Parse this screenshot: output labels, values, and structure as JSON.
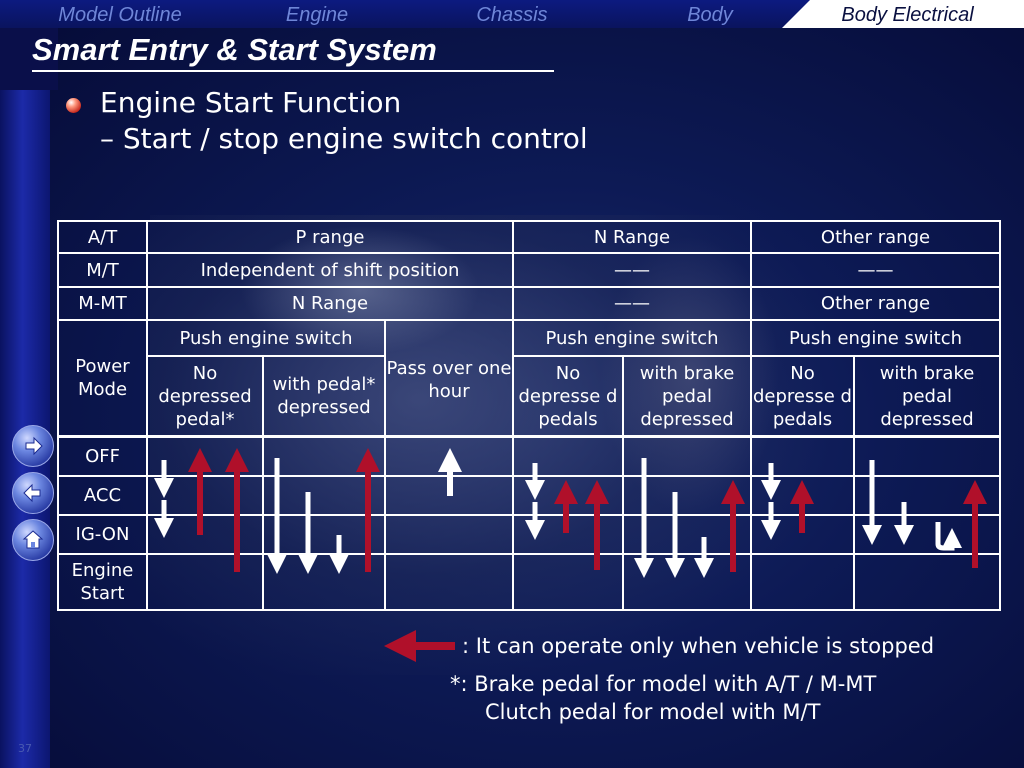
{
  "nav": {
    "tabs": [
      "Model Outline",
      "Engine",
      "Chassis",
      "Body",
      "Body Electrical"
    ],
    "active_index": 4
  },
  "title": "Smart Entry & Start System",
  "heading": {
    "line1": "Engine Start Function",
    "line2": "– Start / stop engine switch control"
  },
  "table": {
    "row_labels": {
      "at": "A/T",
      "mt": "M/T",
      "mmt": "M-MT",
      "power_mode": "Power Mode",
      "off": "OFF",
      "acc": "ACC",
      "ig_on": "IG-ON",
      "engine_start": "Engine Start"
    },
    "at": [
      "P range",
      "N Range",
      "Other range"
    ],
    "mt": [
      "Independent of shift position",
      "——",
      "——"
    ],
    "mmt": [
      "N Range",
      "——",
      "Other range"
    ],
    "push_engine_switch": "Push engine switch",
    "pass_over": "Pass over one hour",
    "sub": {
      "no_depressed_pedal": "No depressed pedal*",
      "with_pedal_depressed": "with pedal* depressed",
      "no_depressed_pedals": "No depresse d pedals",
      "with_brake_pedal_depressed": "with brake pedal depressed"
    }
  },
  "legend": {
    "line1": ": It can operate only when vehicle is stopped",
    "line2": "*: Brake pedal for model with A/T / M-MT",
    "line3": "Clutch pedal for model with M/T"
  },
  "page_number": "37",
  "colors": {
    "red_arrow": "#b0102a",
    "white_arrow": "#ffffff",
    "background": "#0d1a55"
  },
  "icons": {
    "forward": "forward-arrow-icon",
    "back": "back-arrow-icon",
    "home": "home-icon",
    "bullet": "bullet-icon"
  }
}
